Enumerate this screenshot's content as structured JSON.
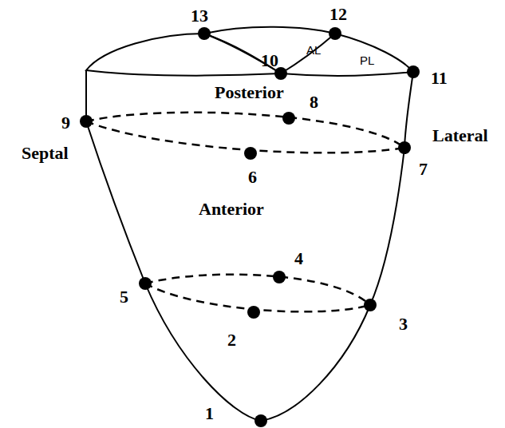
{
  "diagram": {
    "labels": [
      "13",
      "12",
      "10",
      "AL",
      "PL",
      "11",
      "Posterior",
      "8",
      "9",
      "Septal",
      "Lateral",
      "7",
      "6",
      "Anterior",
      "4",
      "5",
      "3",
      "2",
      "1"
    ]
  }
}
